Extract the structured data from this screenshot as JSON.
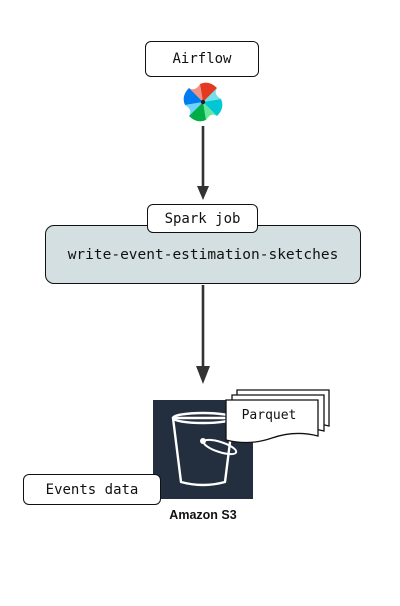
{
  "nodes": {
    "airflow": {
      "label": "Airflow"
    },
    "spark_job": {
      "tag": "Spark job",
      "name": "write-event-estimation-sketches"
    },
    "s3": {
      "label": "Amazon S3",
      "files_label": "Parquet",
      "data_label": "Events data"
    }
  },
  "colors": {
    "job_fill": "#d3dfe1",
    "s3_tile": "#232f3e",
    "stroke": "#111111"
  },
  "icons": {
    "airflow": "airflow-pinwheel-icon",
    "s3": "s3-bucket-icon",
    "files": "stacked-documents-icon"
  }
}
